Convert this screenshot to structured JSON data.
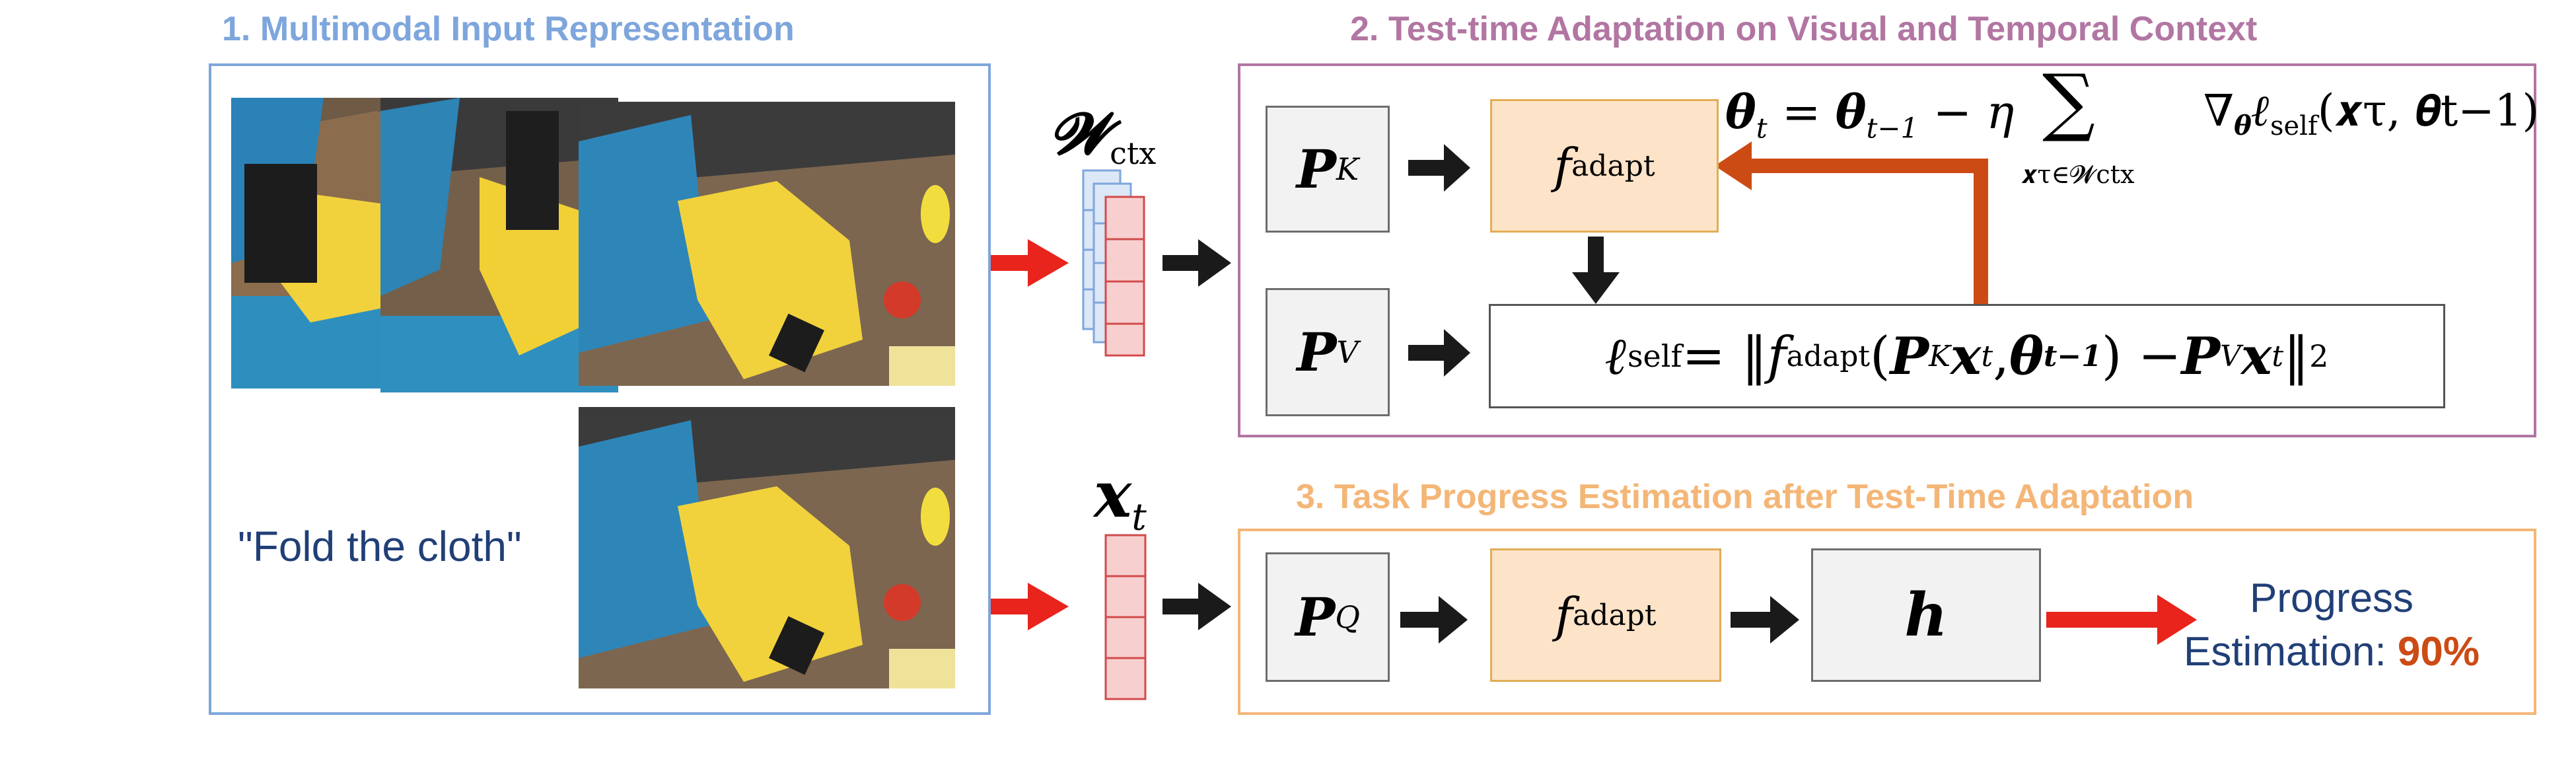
{
  "panels": {
    "input": {
      "title": "1. Multimodal Input Representation",
      "instruction": "\"Fold the cloth\""
    },
    "adaptation": {
      "title": "2. Test-time Adaptation on Visual and Temporal Context"
    },
    "estimation": {
      "title": "3. Task Progress Estimation after Test-Time Adaptation",
      "output_label": "Progress",
      "output_prefix": "Estimation: ",
      "output_value": "90%"
    }
  },
  "symbols": {
    "window_ctx": "𝓦",
    "window_ctx_sub": "ctx",
    "x": "x",
    "x_sub": "t",
    "pk": "P",
    "pk_sub": "K",
    "pv": "P",
    "pv_sub": "V",
    "pq": "P",
    "pq_sub": "Q",
    "f": "f",
    "f_sub": "adapt",
    "h": "h"
  },
  "update_rule": {
    "lhs": "θ",
    "lhs_sub": "t",
    "eq": " = ",
    "theta": "θ",
    "theta_sub": "t−1",
    "minus": " − ",
    "eta": "η",
    "sum": "∑",
    "sum_sub": "𝒙τ∈𝓦ctx",
    "grad": "∇",
    "grad_sub": "θ",
    "loss": "ℓ",
    "loss_sub": "self",
    "args": "(𝒙τ, 𝜽t−1)"
  },
  "loss_eq": {
    "loss": "ℓ",
    "loss_sub": "self",
    "eq": " = ‖",
    "f": "f",
    "f_sub": "adapt",
    "args1": "(",
    "pk": "P",
    "pk_sub": "K",
    "xt": "x",
    "xt_sub": "t",
    "comma": ", ",
    "theta": "θ",
    "theta_sub": "t−1",
    "close": ") − ",
    "pv": "P",
    "pv_sub": "V",
    "xt2": "x",
    "xt2_sub": "t",
    "norm": "‖",
    "sq": "2"
  },
  "colors": {
    "input_panel": "#7ea6dc",
    "adaptation_panel": "#b276a3",
    "estimation_panel": "#f4b677",
    "red_arrow": "#e8241c",
    "feedback_arrow": "#cc4b14",
    "progress_value": "#cc4b14",
    "text_blue": "#213f77"
  }
}
